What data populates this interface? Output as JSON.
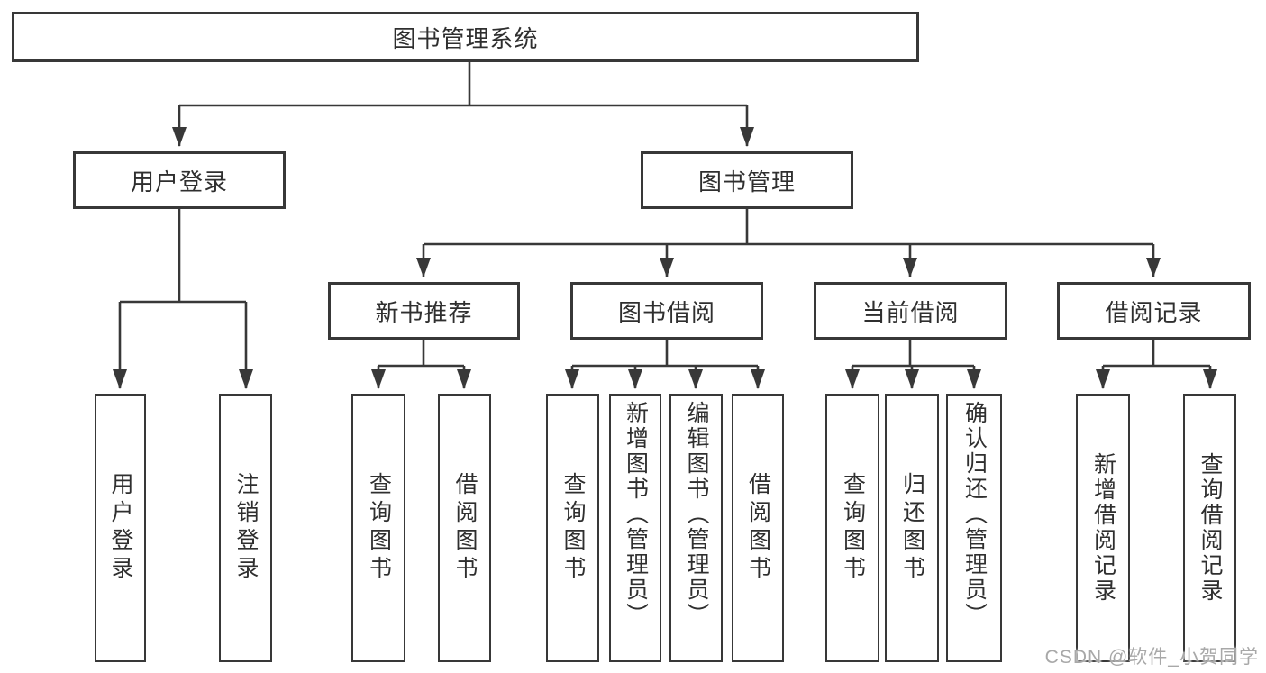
{
  "colors": {
    "line": "#383838",
    "box_border": "#383838",
    "text": "#2f2f2f",
    "watermark": "#a8a8a8",
    "bg": "#ffffff"
  },
  "root": {
    "label": "图书管理系统"
  },
  "branches": [
    {
      "label": "用户登录",
      "children": [
        {
          "label": "用户登录"
        },
        {
          "label": "注销登录"
        }
      ]
    },
    {
      "label": "图书管理",
      "children": [
        {
          "label": "新书推荐",
          "children": [
            {
              "label": "查询图书"
            },
            {
              "label": "借阅图书"
            }
          ]
        },
        {
          "label": "图书借阅",
          "children": [
            {
              "label": "查询图书"
            },
            {
              "label": "新增图书（管理员）"
            },
            {
              "label": "编辑图书（管理员）"
            },
            {
              "label": "借阅图书"
            }
          ]
        },
        {
          "label": "当前借阅",
          "children": [
            {
              "label": "查询图书"
            },
            {
              "label": "归还图书"
            },
            {
              "label": "确认归还（管理员）"
            }
          ]
        },
        {
          "label": "借阅记录",
          "children": [
            {
              "label": "新增借阅记录"
            },
            {
              "label": "查询借阅记录"
            }
          ]
        }
      ]
    }
  ],
  "watermark": {
    "text": "CSDN @软件_小贺同学"
  }
}
